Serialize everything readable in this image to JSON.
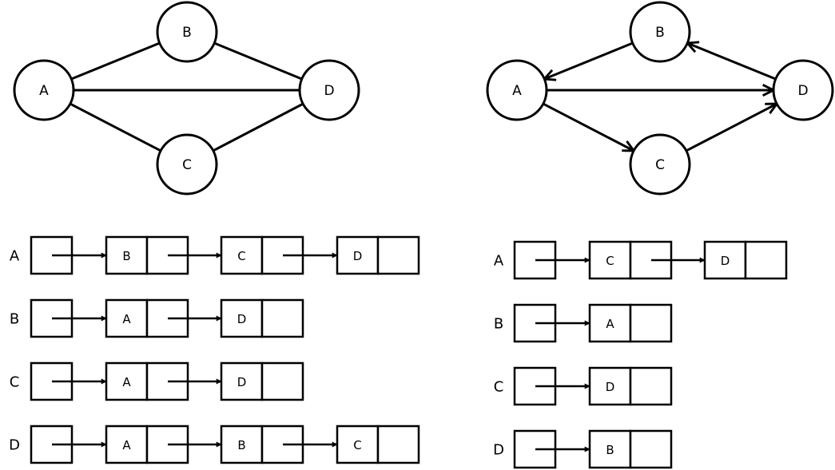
{
  "undirected_graph": {
    "nodes": [
      "A",
      "B",
      "C",
      "D"
    ],
    "edges": [
      [
        "A",
        "B"
      ],
      [
        "A",
        "D"
      ],
      [
        "A",
        "C"
      ],
      [
        "B",
        "D"
      ],
      [
        "C",
        "D"
      ]
    ]
  },
  "directed_graph": {
    "nodes": [
      "A",
      "B",
      "C",
      "D"
    ],
    "edges": [
      [
        "B",
        "A"
      ],
      [
        "A",
        "D"
      ],
      [
        "A",
        "C"
      ],
      [
        "C",
        "D"
      ],
      [
        "D",
        "B"
      ]
    ]
  },
  "undirected_adjacency": [
    {
      "head": "A",
      "list": [
        "B",
        "C",
        "D"
      ]
    },
    {
      "head": "B",
      "list": [
        "A",
        "D"
      ]
    },
    {
      "head": "C",
      "list": [
        "A",
        "D"
      ]
    },
    {
      "head": "D",
      "list": [
        "A",
        "B",
        "C"
      ]
    }
  ],
  "directed_adjacency": [
    {
      "head": "A",
      "list": [
        "C",
        "D"
      ]
    },
    {
      "head": "B",
      "list": [
        "A"
      ]
    },
    {
      "head": "C",
      "list": [
        "D"
      ]
    },
    {
      "head": "D",
      "list": [
        "B"
      ]
    }
  ]
}
